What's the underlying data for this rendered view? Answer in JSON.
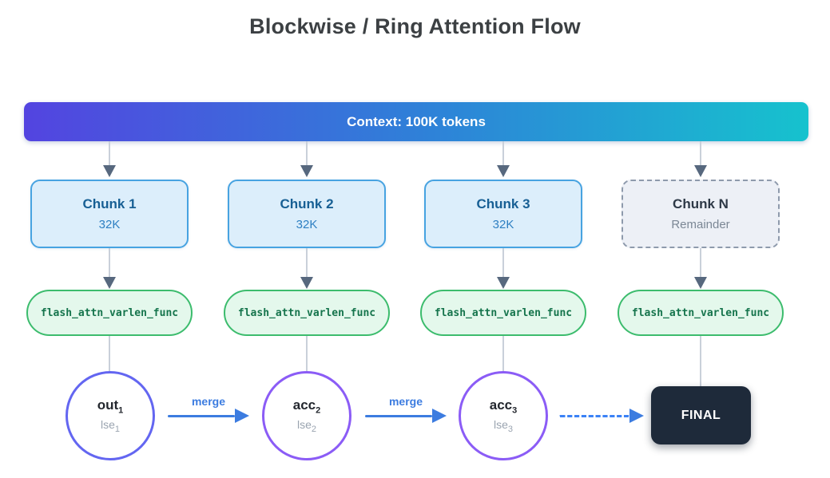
{
  "title": "Blockwise / Ring Attention Flow",
  "banner": {
    "label": "Context: 100K tokens"
  },
  "chunks": [
    {
      "title": "Chunk 1",
      "subtitle": "32K"
    },
    {
      "title": "Chunk 2",
      "subtitle": "32K"
    },
    {
      "title": "Chunk 3",
      "subtitle": "32K"
    },
    {
      "title": "Chunk N",
      "subtitle": "Remainder"
    }
  ],
  "kernels": [
    "flash_attn_varlen_func",
    "flash_attn_varlen_func",
    "flash_attn_varlen_func",
    "flash_attn_varlen_func"
  ],
  "circles": [
    {
      "top_base": "out",
      "top_sub": "1",
      "bottom_base": "lse",
      "bottom_sub": "1"
    },
    {
      "top_base": "acc",
      "top_sub": "2",
      "bottom_base": "lse",
      "bottom_sub": "2"
    },
    {
      "top_base": "acc",
      "top_sub": "3",
      "bottom_base": "lse",
      "bottom_sub": "3"
    }
  ],
  "merge_labels": [
    "merge",
    "merge"
  ],
  "final": {
    "label": "FINAL"
  },
  "colors": {
    "banner_gradient_start": "#5344e0",
    "banner_gradient_mid": "#2e82d8",
    "banner_gradient_end": "#16c2ce",
    "chunk_fill": "#dceefb",
    "chunk_border": "#47a3e1",
    "chunk_title_text": "#175f94",
    "chunk_sub_text": "#2e7fc2",
    "chunk_n_fill": "#edf0f6",
    "chunk_n_border": "#8e9aac",
    "kernel_fill": "#e4f8ec",
    "kernel_border": "#3cbc6d",
    "kernel_text": "#15744c",
    "circle1_border": "#6366f1",
    "circle23_border": "#8b5cf6",
    "merge_arrow": "#3c7ce0",
    "dashed_arrow": "#3b82f6",
    "flow_arrow_stem": "#c9d0da",
    "flow_arrow_head": "#57687e",
    "final_bg": "#1e2a3a",
    "title_text": "#3c4043"
  }
}
